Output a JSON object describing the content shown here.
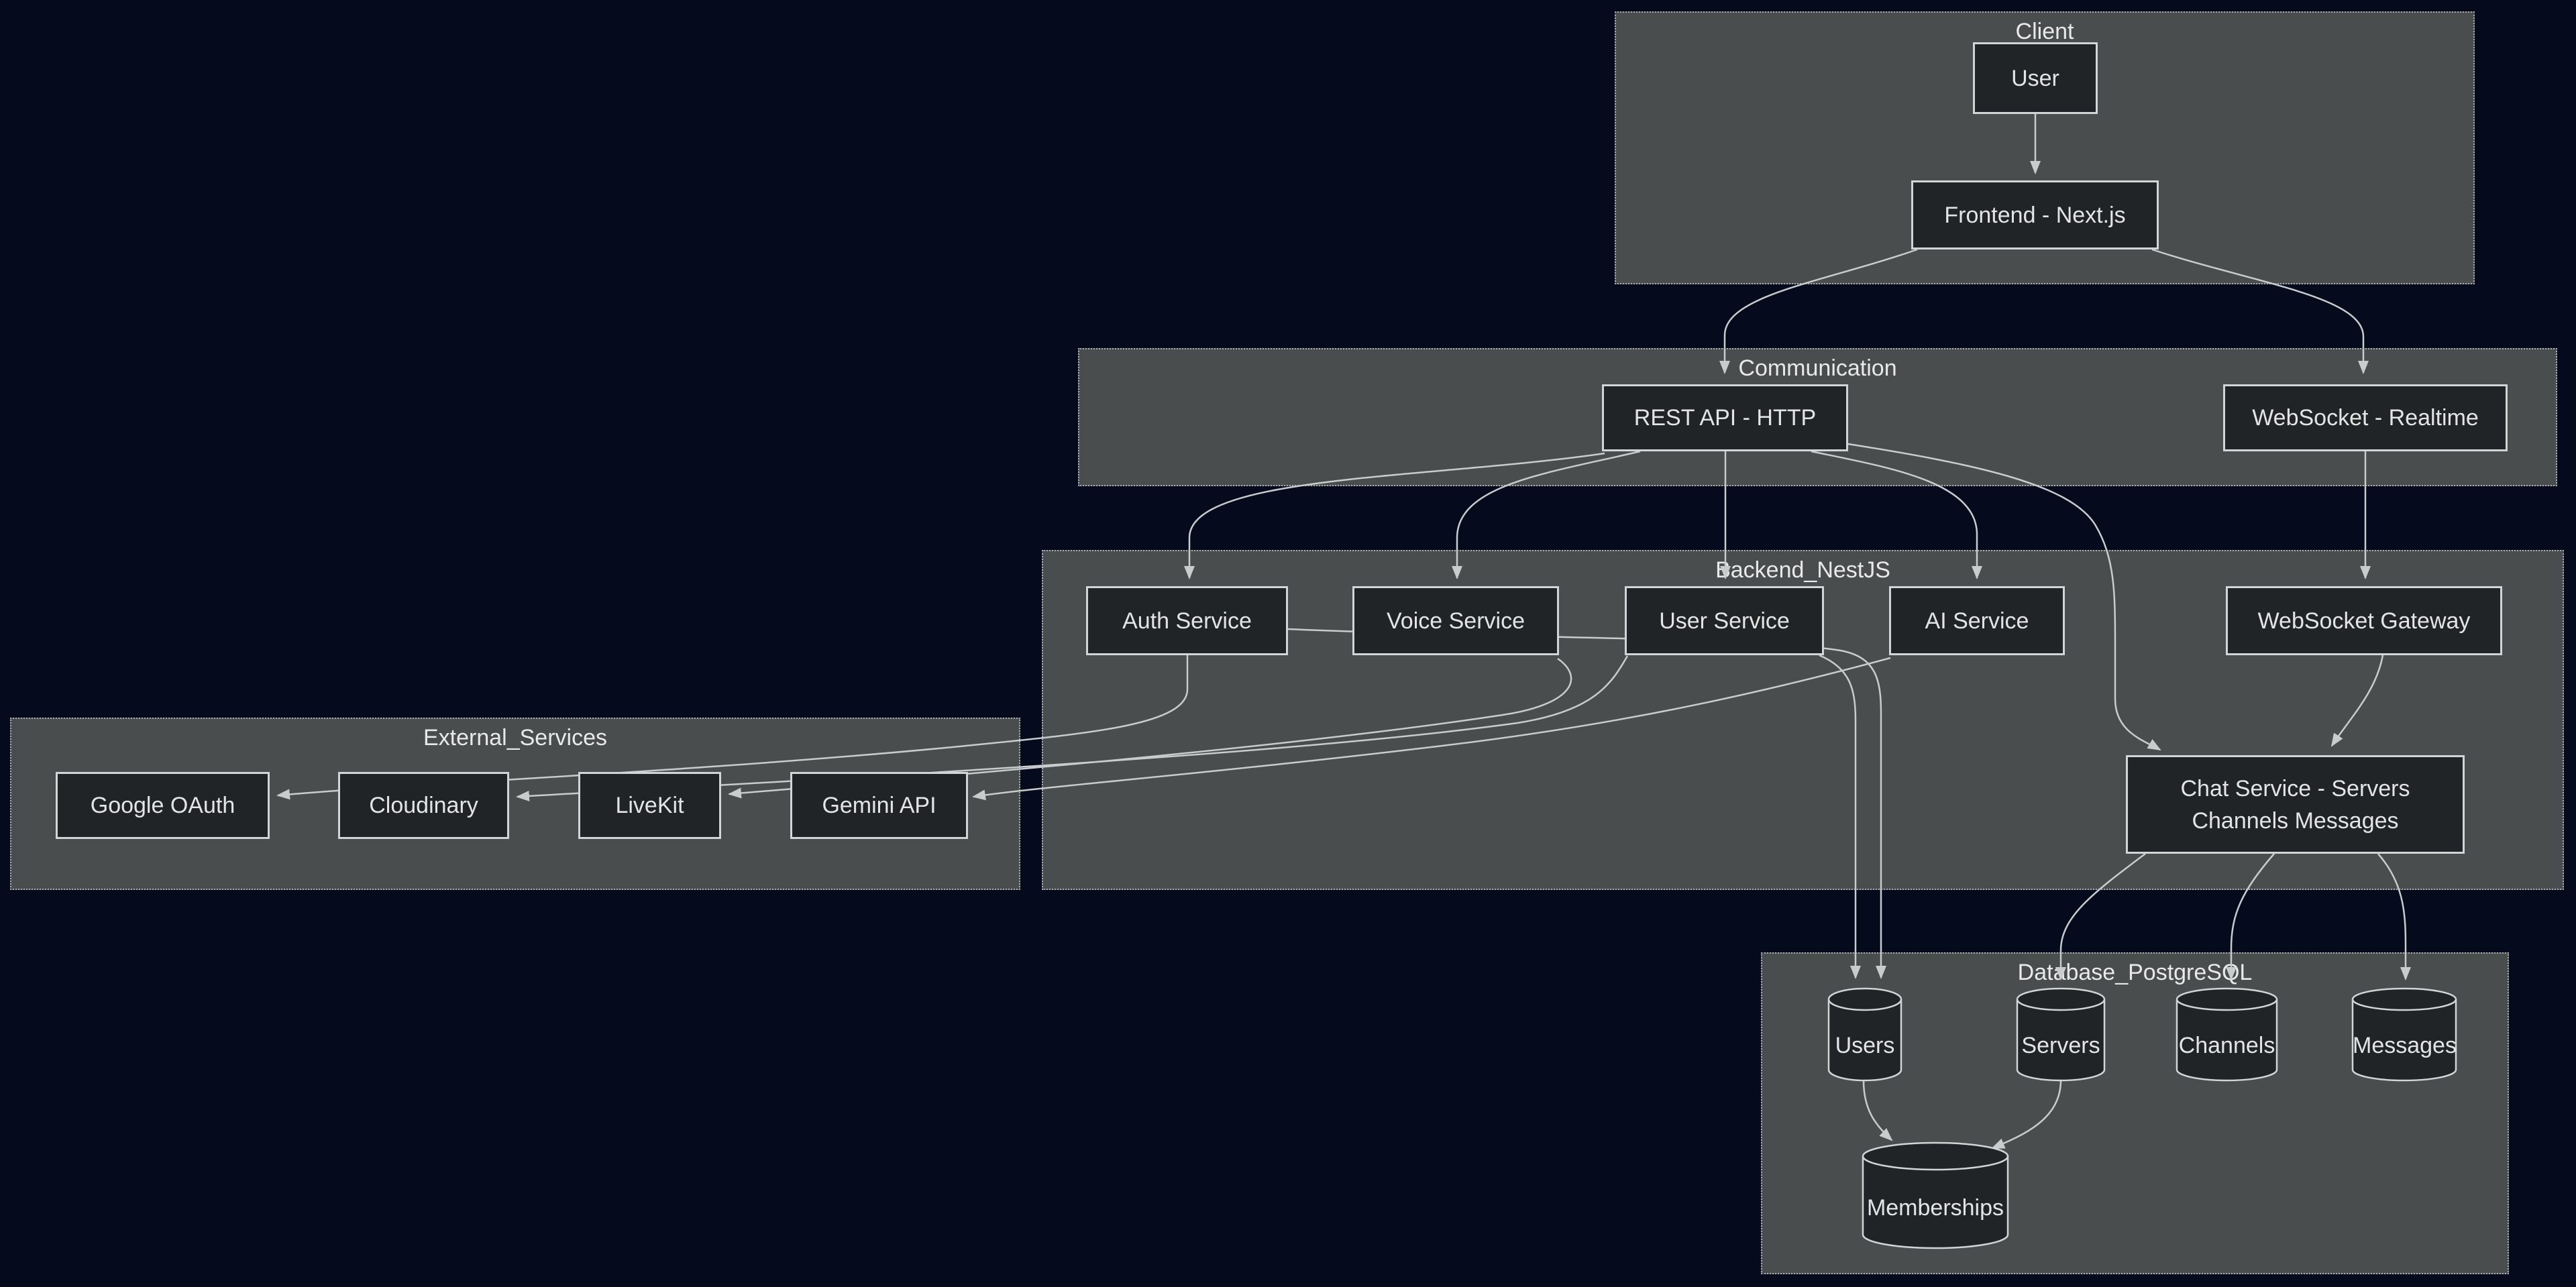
{
  "clusters": {
    "client": {
      "label": "Client"
    },
    "communication": {
      "label": "Communication"
    },
    "backend": {
      "label": "Backend_NestJS"
    },
    "external": {
      "label": "External_Services"
    },
    "database": {
      "label": "Database_PostgreSQL"
    }
  },
  "nodes": {
    "user": {
      "label": "User"
    },
    "frontend": {
      "label": "Frontend - Next.js"
    },
    "rest_api": {
      "label": "REST API - HTTP"
    },
    "websocket": {
      "label": "WebSocket - Realtime"
    },
    "auth_service": {
      "label": "Auth Service"
    },
    "voice_service": {
      "label": "Voice Service"
    },
    "user_service": {
      "label": "User Service"
    },
    "ai_service": {
      "label": "AI Service"
    },
    "websocket_gateway": {
      "label": "WebSocket Gateway"
    },
    "chat_service": {
      "line1": "Chat Service - Servers",
      "line2": "Channels Messages"
    },
    "google_oauth": {
      "label": "Google OAuth"
    },
    "cloudinary": {
      "label": "Cloudinary"
    },
    "livekit": {
      "label": "LiveKit"
    },
    "gemini_api": {
      "label": "Gemini API"
    }
  },
  "databases": {
    "users": {
      "label": "Users"
    },
    "servers": {
      "label": "Servers"
    },
    "channels": {
      "label": "Channels"
    },
    "messages": {
      "label": "Messages"
    },
    "memberships": {
      "label": "Memberships"
    }
  },
  "edges": [
    {
      "from": "User",
      "to": "Frontend - Next.js"
    },
    {
      "from": "Frontend - Next.js",
      "to": "REST API - HTTP"
    },
    {
      "from": "Frontend - Next.js",
      "to": "WebSocket - Realtime"
    },
    {
      "from": "REST API - HTTP",
      "to": "Auth Service"
    },
    {
      "from": "REST API - HTTP",
      "to": "Voice Service"
    },
    {
      "from": "REST API - HTTP",
      "to": "User Service"
    },
    {
      "from": "REST API - HTTP",
      "to": "AI Service"
    },
    {
      "from": "REST API - HTTP",
      "to": "Chat Service - Servers Channels Messages"
    },
    {
      "from": "WebSocket - Realtime",
      "to": "WebSocket Gateway"
    },
    {
      "from": "WebSocket Gateway",
      "to": "Chat Service - Servers Channels Messages"
    },
    {
      "from": "Auth Service",
      "to": "Google OAuth"
    },
    {
      "from": "Auth Service",
      "to": "Users"
    },
    {
      "from": "Voice Service",
      "to": "LiveKit"
    },
    {
      "from": "User Service",
      "to": "Cloudinary"
    },
    {
      "from": "User Service",
      "to": "Users"
    },
    {
      "from": "AI Service",
      "to": "Gemini API"
    },
    {
      "from": "Chat Service - Servers Channels Messages",
      "to": "Servers"
    },
    {
      "from": "Chat Service - Servers Channels Messages",
      "to": "Channels"
    },
    {
      "from": "Chat Service - Servers Channels Messages",
      "to": "Messages"
    },
    {
      "from": "Users",
      "to": "Memberships"
    },
    {
      "from": "Servers",
      "to": "Memberships"
    }
  ],
  "colors": {
    "background": "#050b1c",
    "cluster_fill": "#4a4d4d",
    "cluster_border": "#a9adad",
    "node_fill": "#212426",
    "node_border": "#d2d5d5",
    "edge": "#c9cccc",
    "text": "#e3e5e5"
  }
}
